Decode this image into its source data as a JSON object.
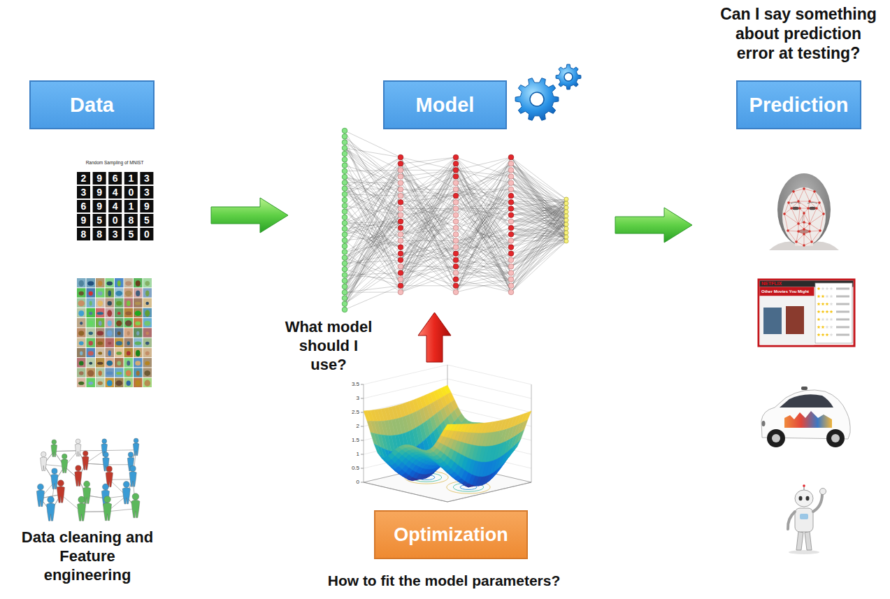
{
  "diagram": {
    "nodes": [
      {
        "text": [
          "Data"
        ]
      },
      {
        "text": [
          "Model"
        ]
      },
      {
        "text": [
          "Prediction"
        ]
      },
      {
        "text": [
          "Optimization"
        ]
      }
    ],
    "labels": [
      "Can I say something about prediction error at testing?",
      "Random Sampling of MNIST",
      "2",
      "9",
      "6",
      "1",
      "3",
      "3",
      "9",
      "4",
      "0",
      "3",
      "6",
      "9",
      "4",
      "1",
      "9",
      "9",
      "5",
      "0",
      "8",
      "5",
      "8",
      "8",
      "3",
      "5",
      "0",
      "Data cleaning and Feature engineering",
      "What model should I use?",
      "3.5",
      "3",
      "2.5",
      "2",
      "1.5",
      "1",
      "0.5",
      "0",
      "How to fit the model parameters?",
      "NETFLIX",
      "Other Movies You Might"
    ]
  }
}
